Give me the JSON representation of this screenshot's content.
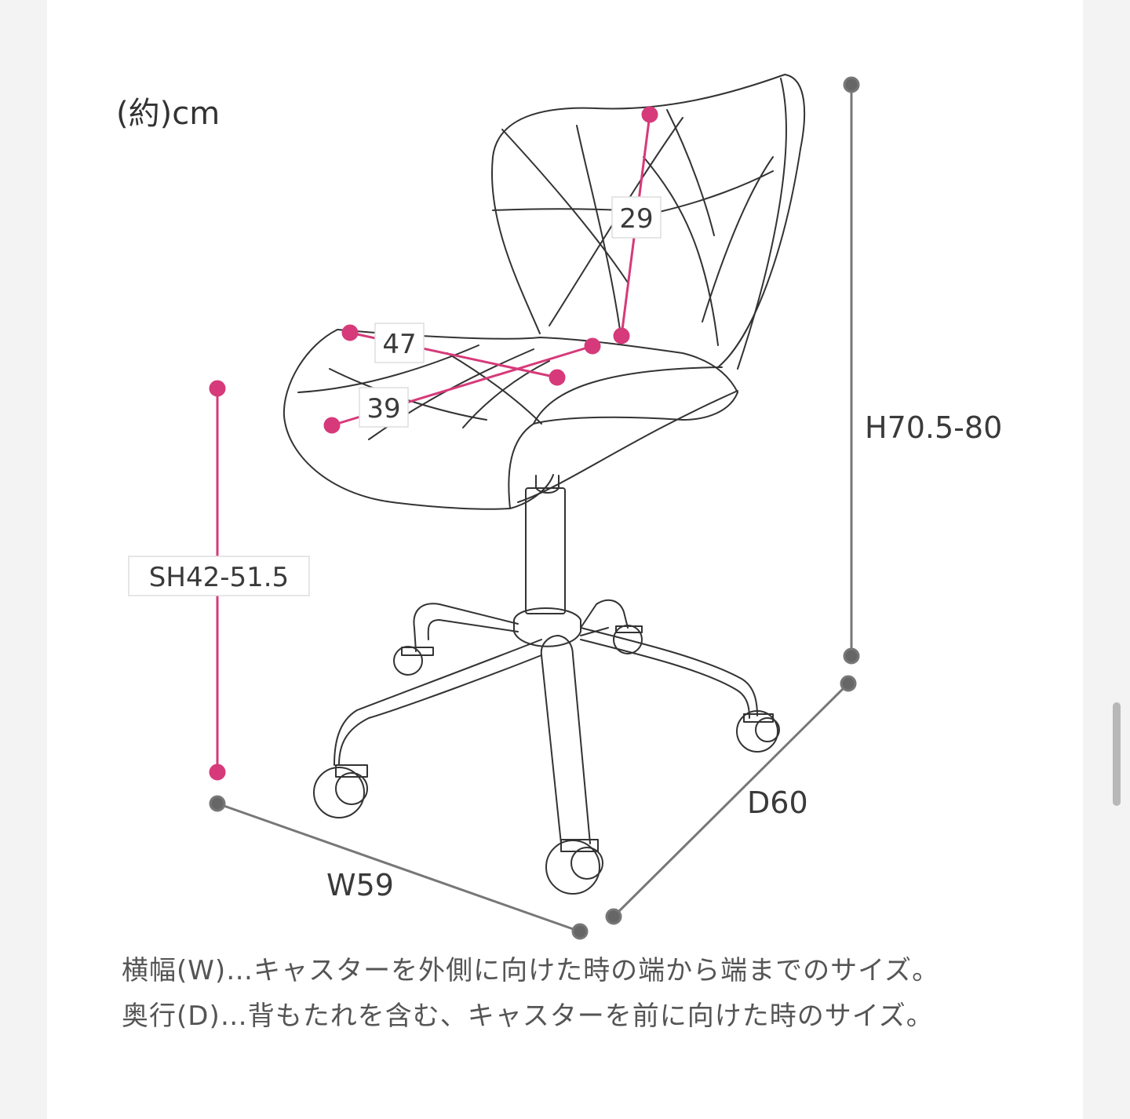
{
  "unit_label": "(約)cm",
  "dimensions": {
    "back_height": "29",
    "seat_width": "47",
    "seat_depth": "39",
    "seat_height": "SH42-51.5",
    "total_height": "H70.5-80",
    "depth": "D60",
    "width": "W59"
  },
  "notes": [
    "横幅(W)…キャスターを外側に向けた時の端から端までのサイズ。",
    "奥行(D)…背もたれを含む、キャスターを前に向けた時のサイズ。"
  ],
  "colors": {
    "accent": "#d63a7a",
    "dimension_line": "#777777",
    "outline": "#333333"
  }
}
